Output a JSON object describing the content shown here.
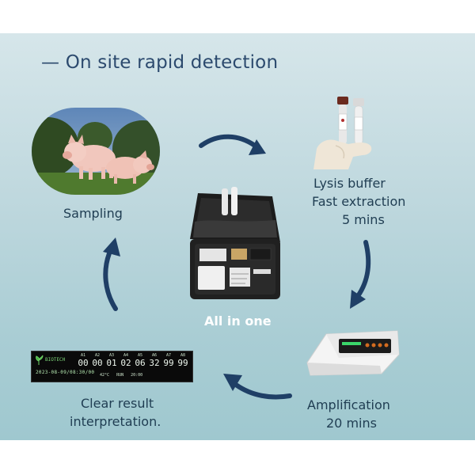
{
  "title": "— On site rapid detection",
  "steps": {
    "sampling": {
      "label": "Sampling"
    },
    "extraction": {
      "line1": "Lysis buffer",
      "line2": "Fast extraction",
      "line3": "5 mins"
    },
    "amplification": {
      "line1": "Amplification",
      "line2": "20 mins"
    },
    "result": {
      "line1": "Clear result",
      "line2": "interpretation."
    },
    "center": {
      "label": "All in one"
    }
  },
  "display": {
    "brand": "BIOTECH",
    "date": "2023-08-09/08:30/00",
    "channels": [
      {
        "h": "A1",
        "v": "00"
      },
      {
        "h": "A2",
        "v": "00"
      },
      {
        "h": "A3",
        "v": "01"
      },
      {
        "h": "A4",
        "v": "02"
      },
      {
        "h": "A5",
        "v": "06"
      },
      {
        "h": "A6",
        "v": "32"
      },
      {
        "h": "A7",
        "v": "99"
      },
      {
        "h": "A8",
        "v": "99"
      }
    ],
    "status_temp": "42°C",
    "status_mode": "RUN",
    "status_time": "20:00"
  },
  "colors": {
    "arrow": "#1f3f66",
    "text": "#1f3d52",
    "title": "#2c4a6e"
  }
}
